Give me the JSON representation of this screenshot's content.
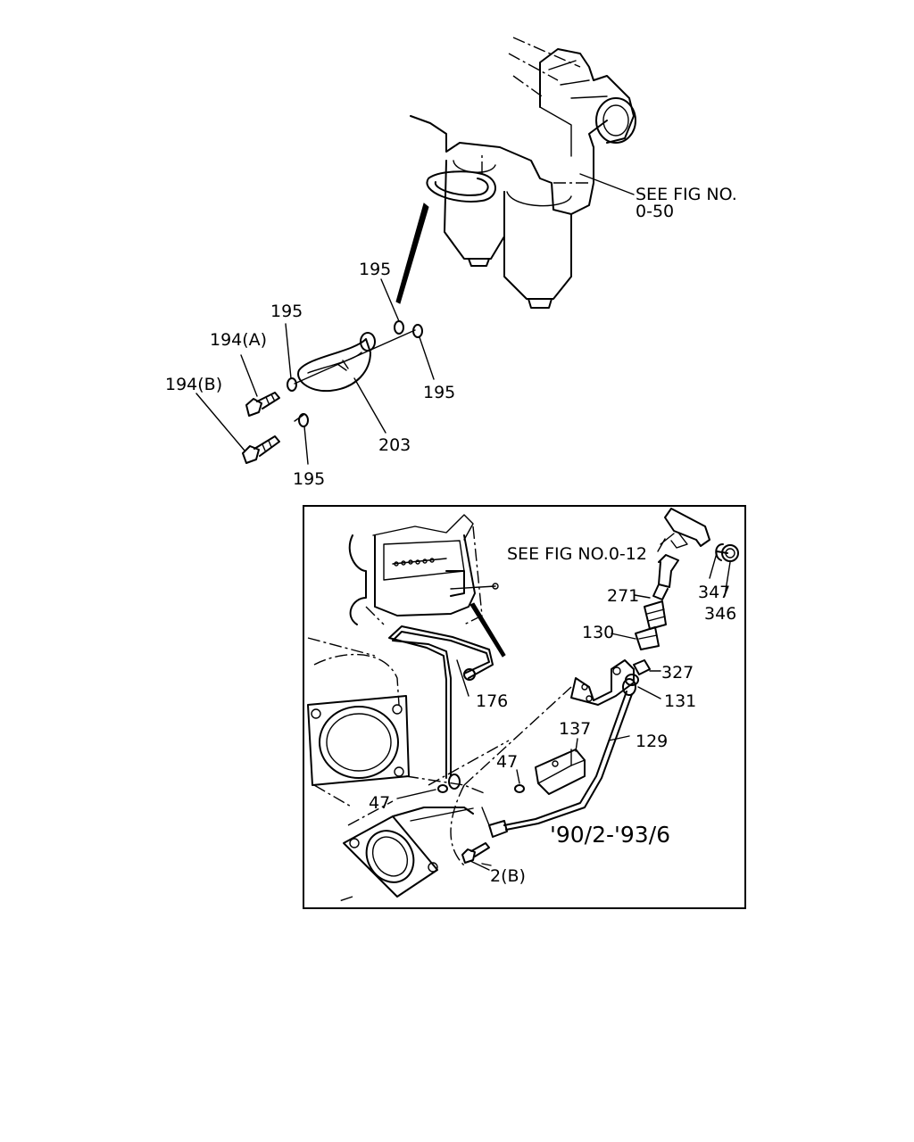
{
  "top_diagram": {
    "see_fig_line1": "SEE FIG NO.",
    "see_fig_line2": "0-50",
    "callouts": {
      "c195_a": "195",
      "c195_b": "195",
      "c195_c": "195",
      "c195_d": "195",
      "c194a": "194(A)",
      "c194b": "194(B)",
      "c203": "203"
    }
  },
  "inset_diagram": {
    "see_fig": "SEE FIG NO.0-12",
    "date_range": "'90/2-'93/6",
    "callouts": {
      "c271": "271",
      "c347": "347",
      "c346": "346",
      "c130": "130",
      "c327": "327",
      "c131": "131",
      "c176": "176",
      "c129": "129",
      "c137": "137",
      "c47_a": "47",
      "c47_b": "47",
      "c2b": "2(B)"
    }
  }
}
